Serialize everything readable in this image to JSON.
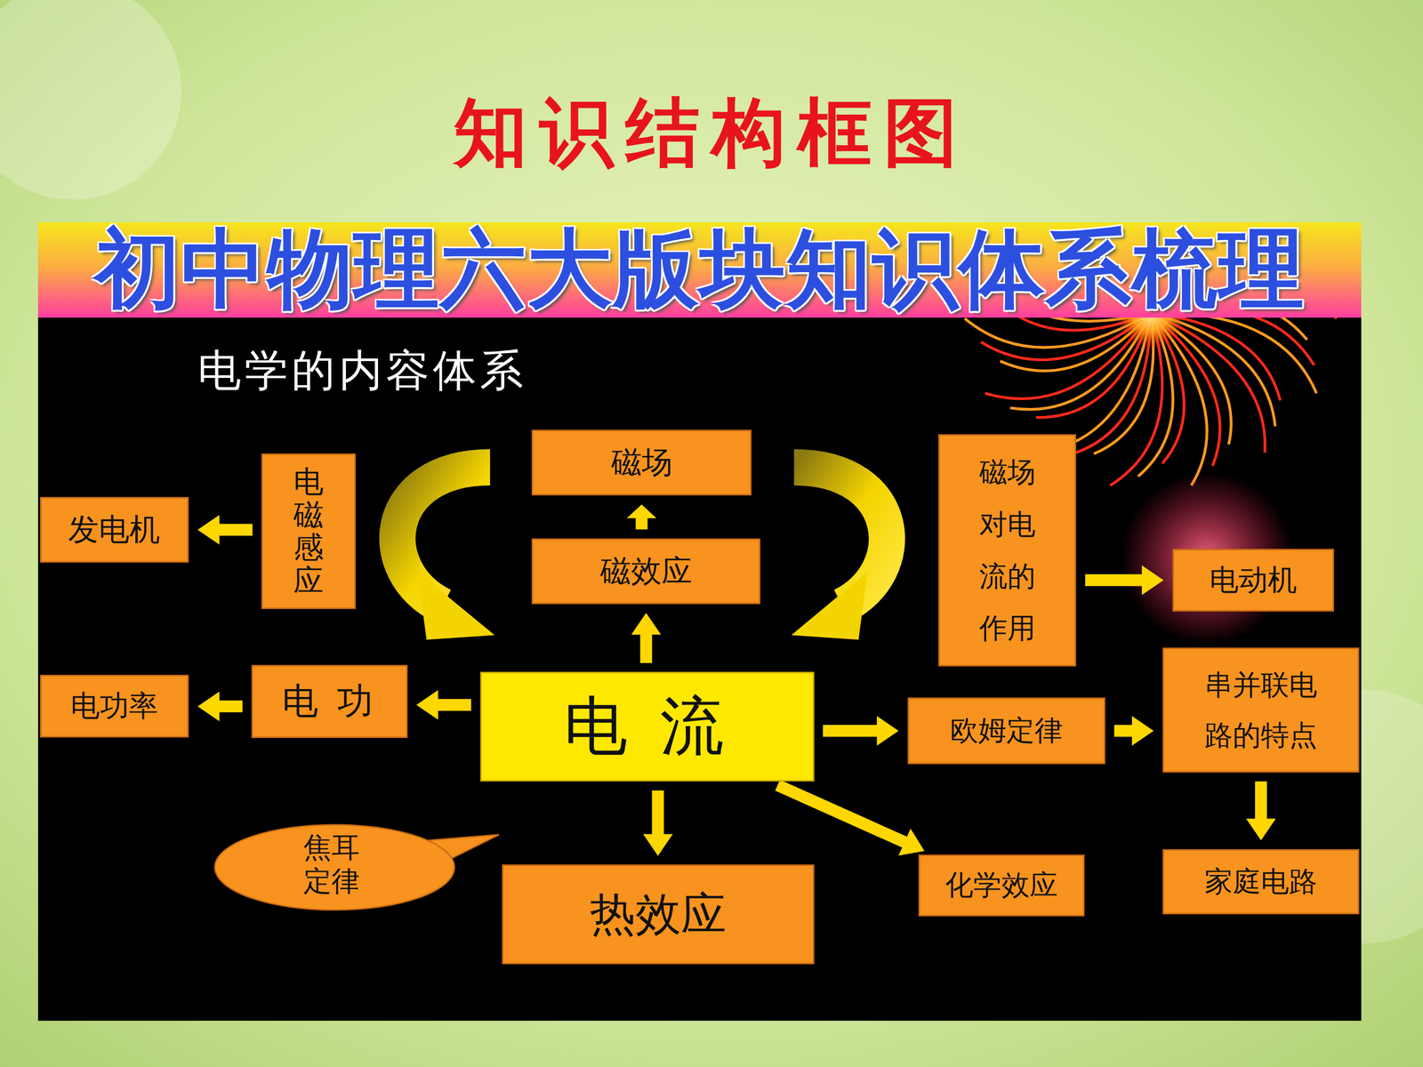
{
  "diagram": {
    "title": "知识结构框图",
    "nodes": [
      {
        "text": [
          "初中物理六大版块知识体系梳理"
        ]
      },
      {
        "text": [
          "电学的内容体系"
        ]
      },
      {
        "text": [
          "磁场"
        ],
        "in": 1
      },
      {
        "text": [
          "电磁感应"
        ],
        "in": 1
      },
      {
        "text": [
          "发电机"
        ],
        "in": 1
      },
      {
        "text": [
          "磁效应"
        ],
        "in": 1
      },
      {
        "text": [
          "磁场对电流的作用"
        ],
        "in": 1
      },
      {
        "text": [
          "电动机"
        ],
        "in": 1
      },
      {
        "text": [
          "电功率"
        ],
        "in": 1
      },
      {
        "text": [
          "电 功"
        ],
        "in": 1
      },
      {
        "text": [
          "电 流"
        ],
        "in": 1
      },
      {
        "text": [
          "欧姆定律"
        ],
        "in": 1
      },
      {
        "text": [
          "串并联电路的特点"
        ],
        "in": 1
      },
      {
        "text": [
          "焦耳定律"
        ],
        "in": 1
      },
      {
        "text": [
          "热效应"
        ],
        "in": 1
      },
      {
        "text": [
          "化学效应"
        ],
        "in": 1
      },
      {
        "text": [
          "家庭电路"
        ],
        "in": 1
      }
    ],
    "edges": [
      {
        "from": 3,
        "to": 4,
        "arrow": "to"
      },
      {
        "from": 5,
        "to": 2,
        "arrow": "to"
      },
      {
        "from": 10,
        "to": 5,
        "arrow": "to"
      },
      {
        "from": 6,
        "to": 7,
        "arrow": "to"
      },
      {
        "from": 10,
        "to": 9,
        "arrow": "to"
      },
      {
        "from": 9,
        "to": 8,
        "arrow": "to"
      },
      {
        "from": 10,
        "to": 11,
        "arrow": "to"
      },
      {
        "from": 11,
        "to": 12,
        "arrow": "to"
      },
      {
        "from": 12,
        "to": 16,
        "arrow": "to"
      },
      {
        "from": 10,
        "to": 14,
        "arrow": "to"
      },
      {
        "from": 10,
        "to": 15,
        "arrow": "to"
      }
    ]
  }
}
